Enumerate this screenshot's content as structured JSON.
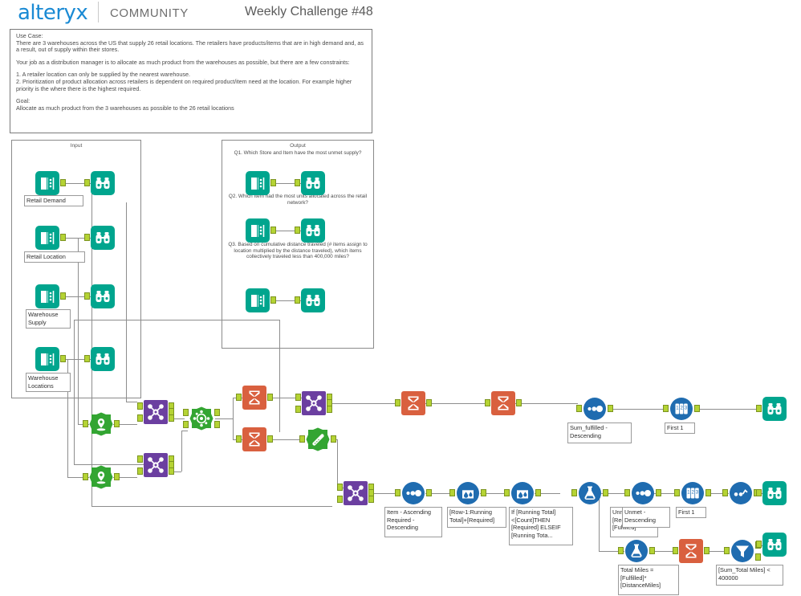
{
  "header": {
    "brand": "alteryx",
    "section": "COMMUNITY",
    "challenge": "Weekly Challenge #48"
  },
  "use_case": {
    "lines": [
      "Use Case:\nThere are 3 warehouses across the US that supply 26 retail locations. The retailers have products/items that are in high demand and, as a result, out of supply within their stores.",
      "Your job as a distribution manager is to allocate as much product from the warehouses as possible, but there are a few constraints:",
      "1. A retailer location can only be supplied by the nearest warehouse.\n2. Prioritization of product allocation across retailers is dependent on required product/item need at the location. For example higher priority is the where there is the highest required.",
      "Goal:\nAllocate as much product from the 3 warehouses as possible to the 26 retail locations"
    ]
  },
  "input_container": {
    "title": "Input",
    "items": [
      {
        "label": "Retail Demand"
      },
      {
        "label": "Retail Location"
      },
      {
        "label": "Warehouse Supply"
      },
      {
        "label": "Warehouse Locations"
      }
    ]
  },
  "output_container": {
    "title": "Output",
    "questions": [
      "Q1. Which Store and Item have the most unmet supply?",
      "Q2. Which Item had the most units allocated across the retail network?",
      "Q3. Based on cumulative distance traveled (# items assign to location multiplied by the distance traveled), which items collectively traveled less than 400,000 miles?"
    ]
  },
  "annotations": {
    "sum_fulfilled_sort": "Sum_fulfilled - Descending",
    "first_1_top": "First 1",
    "item_sort": "Item - Ascending Required - Descending",
    "running_total": "[Row-1:Running Total]+[Required]",
    "fulfilled_formula": "If [Running Total] <[Count]THEN [Required] ELSEIF [Running Tota...",
    "unmet_formula": "Unmet = [Required]-[Fulfilled]",
    "unmet_sort": "Unmet - Descending",
    "first_1_bottom": "First 1",
    "total_miles_formula": "Total Miles = [Fulfilled]*[DistanceMiles]",
    "filter_expr": "[Sum_Total Miles] < 400000"
  },
  "icons": {
    "input_data": "input-data-icon",
    "browse": "browse-binoculars-icon",
    "create_points": "create-points-icon",
    "join": "join-icon",
    "spatial_match": "spatial-match-icon",
    "distance": "distance-ruler-icon",
    "summarize": "summarize-sigma-icon",
    "sort": "sort-icon",
    "sample": "sample-first-icon",
    "multi_row_formula": "multi-row-formula-icon",
    "formula": "formula-flask-icon",
    "filter": "filter-icon"
  },
  "colors": {
    "brand_blue": "#1a8ad4",
    "teal": "#00a58e",
    "green": "#33a532",
    "purple": "#6b3fa0",
    "orange": "#d9603f",
    "blue": "#1f6cb0",
    "anchor_green": "#b5d334",
    "wire": "#8d8d8d"
  }
}
